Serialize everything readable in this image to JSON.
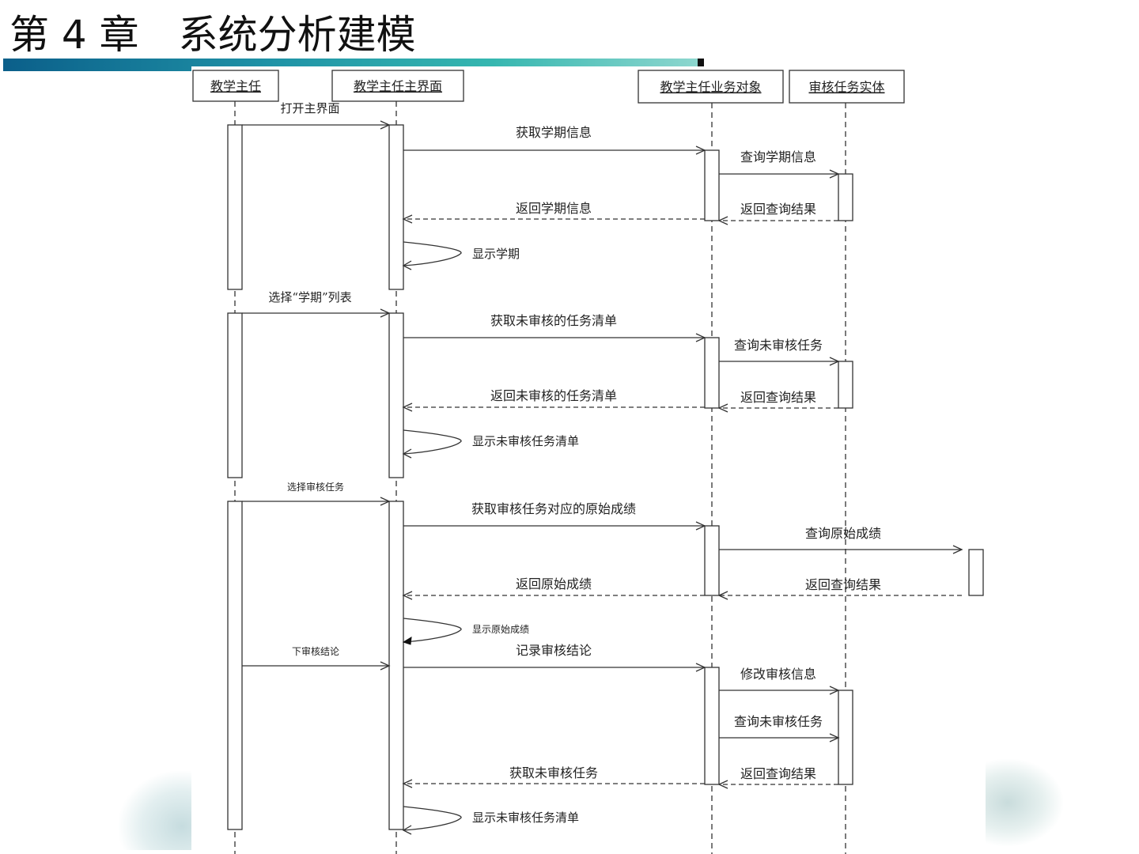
{
  "slide": {
    "title": "第 4 章　系统分析建模"
  },
  "lifelines": [
    {
      "id": "director",
      "label": "教学主任"
    },
    {
      "id": "ui",
      "label": "教学主任主界面"
    },
    {
      "id": "business",
      "label": "教学主任业务对象"
    },
    {
      "id": "entity",
      "label": "审核任务实体"
    }
  ],
  "messages": [
    {
      "from": "director",
      "to": "ui",
      "label": "打开主界面",
      "kind": "sync"
    },
    {
      "from": "ui",
      "to": "business",
      "label": "获取学期信息",
      "kind": "sync"
    },
    {
      "from": "business",
      "to": "entity",
      "label": "查询学期信息",
      "kind": "sync"
    },
    {
      "from": "entity",
      "to": "business",
      "label": "返回查询结果",
      "kind": "return"
    },
    {
      "from": "business",
      "to": "ui",
      "label": "返回学期信息",
      "kind": "return"
    },
    {
      "from": "ui",
      "to": "ui",
      "label": "显示学期",
      "kind": "self"
    },
    {
      "from": "director",
      "to": "ui",
      "label": "选择“学期”列表",
      "kind": "sync"
    },
    {
      "from": "ui",
      "to": "business",
      "label": "获取未审核的任务清单",
      "kind": "sync"
    },
    {
      "from": "business",
      "to": "entity",
      "label": "查询未审核任务",
      "kind": "sync"
    },
    {
      "from": "entity",
      "to": "business",
      "label": "返回查询结果",
      "kind": "return"
    },
    {
      "from": "business",
      "to": "ui",
      "label": "返回未审核的任务清单",
      "kind": "return"
    },
    {
      "from": "ui",
      "to": "ui",
      "label": "显示未审核任务清单",
      "kind": "self"
    },
    {
      "from": "director",
      "to": "ui",
      "label": "选择审核任务",
      "kind": "sync"
    },
    {
      "from": "ui",
      "to": "business",
      "label": "获取审核任务对应的原始成绩",
      "kind": "sync"
    },
    {
      "from": "business",
      "to": "entity",
      "label": "查询原始成绩",
      "kind": "sync"
    },
    {
      "from": "entity",
      "to": "business",
      "label": "返回查询结果",
      "kind": "return"
    },
    {
      "from": "business",
      "to": "ui",
      "label": "返回原始成绩",
      "kind": "return"
    },
    {
      "from": "ui",
      "to": "ui",
      "label": "显示原始成绩",
      "kind": "self"
    },
    {
      "from": "director",
      "to": "ui",
      "label": "下审核结论",
      "kind": "sync"
    },
    {
      "from": "ui",
      "to": "business",
      "label": "记录审核结论",
      "kind": "sync"
    },
    {
      "from": "business",
      "to": "entity",
      "label": "修改审核信息",
      "kind": "sync"
    },
    {
      "from": "business",
      "to": "entity",
      "label": "查询未审核任务",
      "kind": "sync"
    },
    {
      "from": "entity",
      "to": "business",
      "label": "返回查询结果",
      "kind": "return"
    },
    {
      "from": "business",
      "to": "ui",
      "label": "获取未审核任务",
      "kind": "return"
    },
    {
      "from": "ui",
      "to": "ui",
      "label": "显示未审核任务清单",
      "kind": "self"
    }
  ]
}
